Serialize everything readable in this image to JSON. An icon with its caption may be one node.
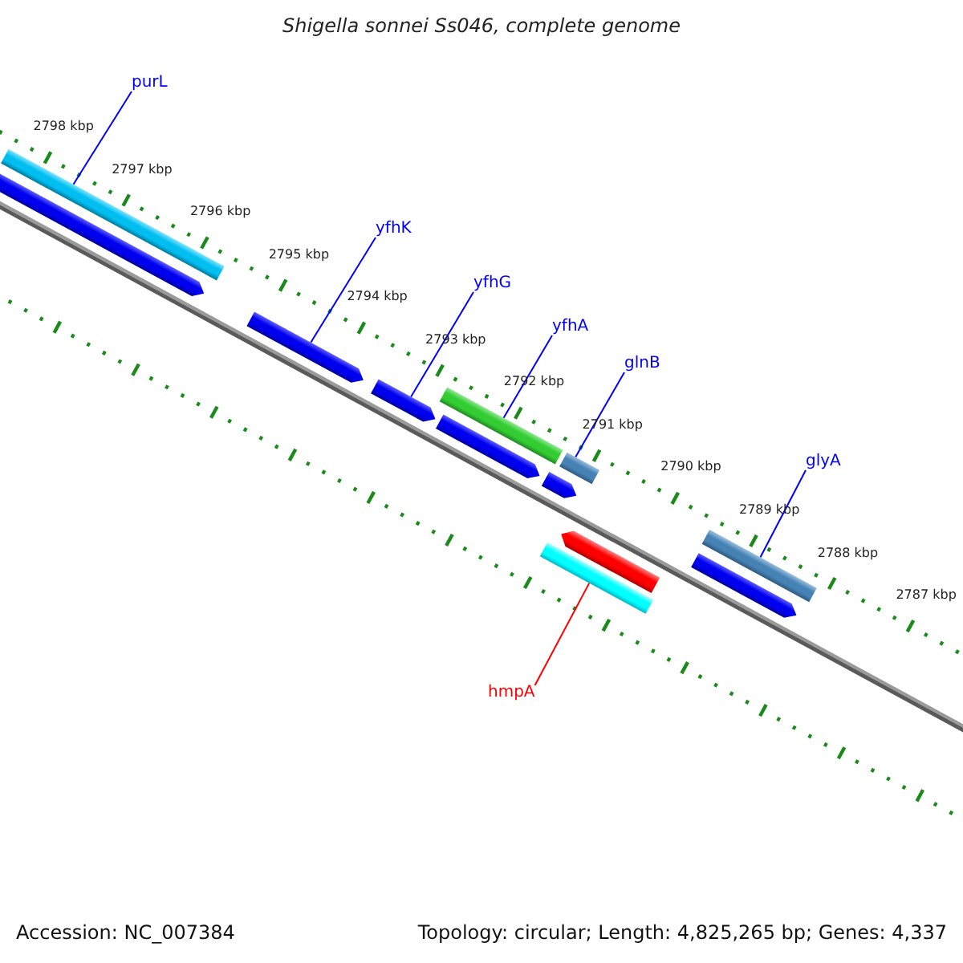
{
  "diagram": {
    "title": "Shigella sonnei Ss046, complete genome",
    "nodes": [
      {
        "text": [
          "purL"
        ]
      },
      {
        "text": [],
        "shape": "bar"
      },
      {
        "text": [
          "yfhK"
        ]
      },
      {
        "text": [],
        "shape": "bar"
      },
      {
        "text": [
          "yfhG"
        ]
      },
      {
        "text": [],
        "shape": "bar"
      },
      {
        "text": [
          "yfhA"
        ]
      },
      {
        "text": [],
        "shape": "bar"
      },
      {
        "text": [
          "glnB"
        ]
      },
      {
        "text": [],
        "shape": "bar"
      },
      {
        "text": [
          "glyA"
        ]
      },
      {
        "text": [],
        "shape": "bar"
      },
      {
        "text": [
          "hmpA"
        ]
      },
      {
        "text": [],
        "shape": "bar"
      }
    ],
    "edges": [
      {
        "from": 0,
        "to": 1,
        "arrow": "none"
      },
      {
        "from": 2,
        "to": 3,
        "arrow": "none"
      },
      {
        "from": 4,
        "to": 5,
        "arrow": "none"
      },
      {
        "from": 6,
        "to": 7,
        "arrow": "none"
      },
      {
        "from": 8,
        "to": 9,
        "arrow": "none"
      },
      {
        "from": 10,
        "to": 11,
        "arrow": "none"
      },
      {
        "from": 12,
        "to": 13,
        "arrow": "none",
        "color": "#ff0000"
      }
    ],
    "labels": [
      "2798 kbp",
      "2797 kbp",
      "2796 kbp",
      "2795 kbp",
      "2794 kbp",
      "2793 kbp",
      "2792 kbp",
      "2791 kbp",
      "2790 kbp",
      "2789 kbp",
      "2788 kbp",
      "2787 kbp",
      "Accession: NC_007384",
      "Topology: circular; Length: 4,825,265 bp; Genes: 4,337"
    ]
  }
}
